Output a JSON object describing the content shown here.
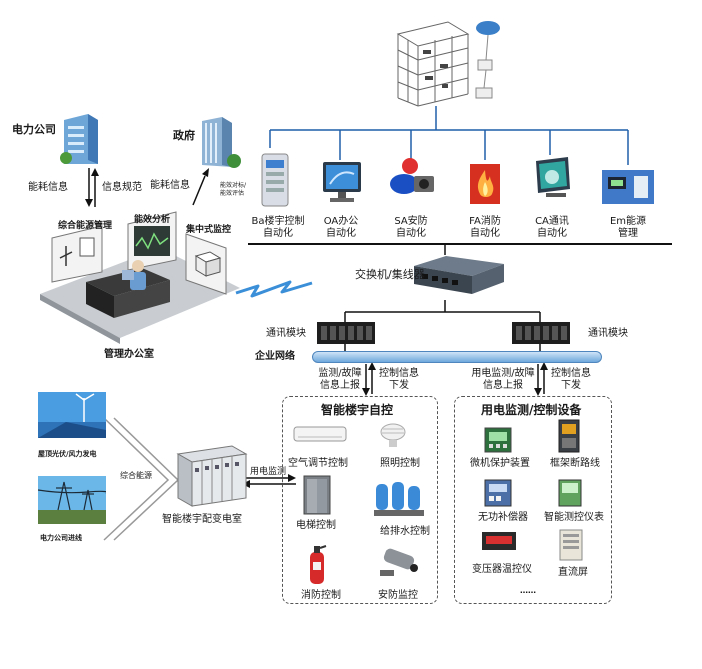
{
  "left": {
    "power_company": "电力公司",
    "government": "政府",
    "energy_info_1": "能耗信息",
    "info_spec": "信息规范",
    "energy_info_2": "能耗信息",
    "small_note": "能效对标/\n能效评估",
    "mgmt_integrated": "综合能源管理",
    "mgmt_energy": "能效分析",
    "mgmt_central": "集中式监控",
    "office": "管理办公室"
  },
  "top": {
    "systems": [
      {
        "line1": "Ba楼宇控制",
        "line2": "自动化"
      },
      {
        "line1": "OA办公",
        "line2": "自动化"
      },
      {
        "line1": "SA安防",
        "line2": "自动化"
      },
      {
        "line1": "FA消防",
        "line2": "自动化"
      },
      {
        "line1": "CA通讯",
        "line2": "自动化"
      },
      {
        "line1": "Em能源",
        "line2": "管理"
      }
    ],
    "switch": "交换机/集线器"
  },
  "network": {
    "comm_left": "通讯模块",
    "comm_right": "通讯模块",
    "enterprise": "企业网络",
    "l_up_1": "监测/故障",
    "l_up_2": "信息上报",
    "l_down_1": "控制信息",
    "l_down_2": "下发",
    "r_up_1": "用电监测/故障",
    "r_up_2": "信息上报",
    "r_down_1": "控制信息",
    "r_down_2": "下发"
  },
  "building": {
    "title": "智能楼宇自控",
    "items": [
      "空气调节控制",
      "照明控制",
      "电梯控制",
      "给排水控制",
      "消防控制",
      "安防监控"
    ]
  },
  "power": {
    "title": "用电监测/控制设备",
    "items": [
      "微机保护装置",
      "框架断路线",
      "无功补偿器",
      "智能测控仪表",
      "变压器温控仪",
      "直流屏"
    ],
    "more": "……"
  },
  "bottom_left": {
    "solar_wind": "屋顶光伏/风力发电",
    "grid_in": "电力公司进线",
    "integrated_energy": "综合能源",
    "substation": "智能楼宇配变电室",
    "power_monitor": "用电监测"
  }
}
